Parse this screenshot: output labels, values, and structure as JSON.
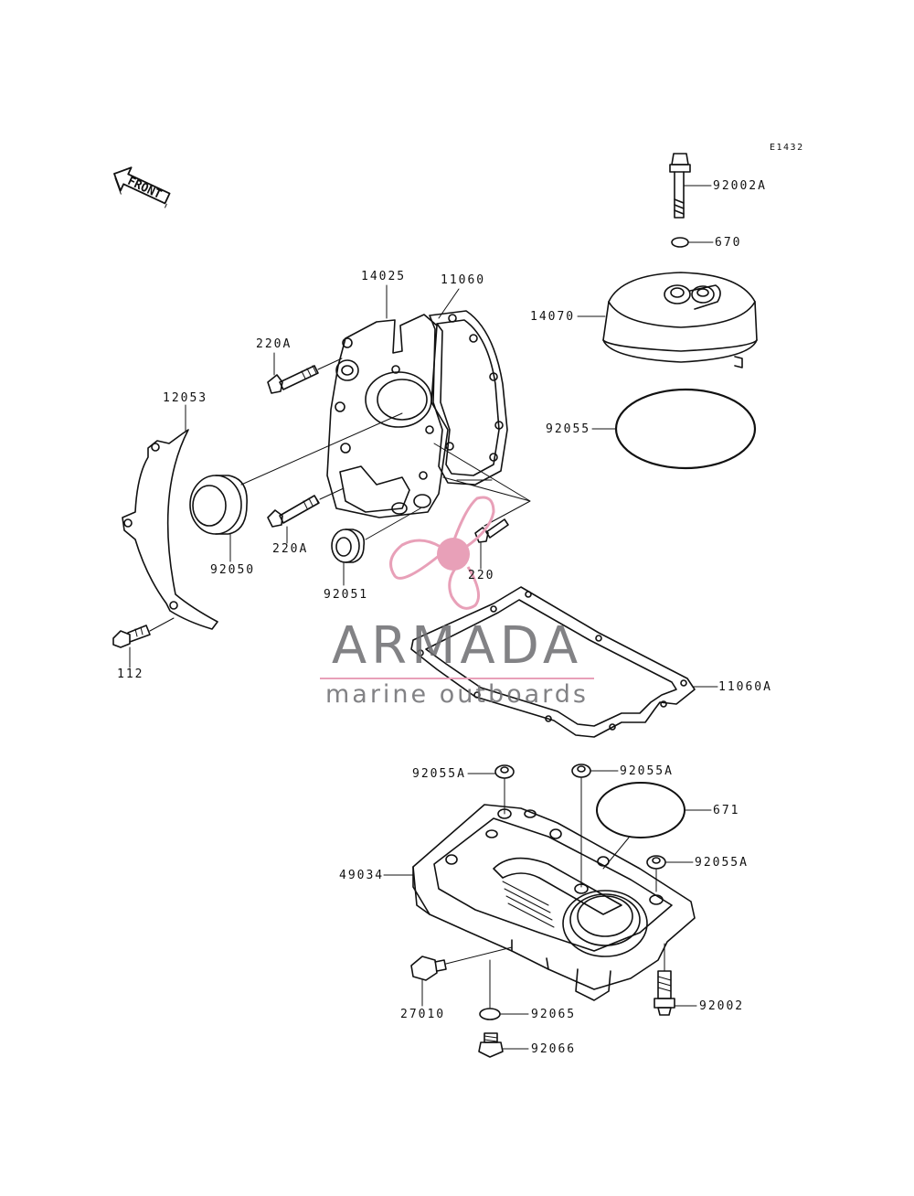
{
  "diagram": {
    "figure_code": "E1432",
    "front_label": "FRONT",
    "parts": [
      {
        "id": "p-92002A",
        "label": "92002A"
      },
      {
        "id": "p-670",
        "label": "670"
      },
      {
        "id": "p-14070",
        "label": "14070"
      },
      {
        "id": "p-92055",
        "label": "92055"
      },
      {
        "id": "p-14025",
        "label": "14025"
      },
      {
        "id": "p-11060",
        "label": "11060"
      },
      {
        "id": "p-220A-top",
        "label": "220A"
      },
      {
        "id": "p-12053",
        "label": "12053"
      },
      {
        "id": "p-92050",
        "label": "92050"
      },
      {
        "id": "p-220A-bot",
        "label": "220A"
      },
      {
        "id": "p-92051",
        "label": "92051"
      },
      {
        "id": "p-220",
        "label": "220"
      },
      {
        "id": "p-112",
        "label": "112"
      },
      {
        "id": "p-11060A",
        "label": "11060A"
      },
      {
        "id": "p-92055A-1",
        "label": "92055A"
      },
      {
        "id": "p-92055A-2",
        "label": "92055A"
      },
      {
        "id": "p-671",
        "label": "671"
      },
      {
        "id": "p-92055A-3",
        "label": "92055A"
      },
      {
        "id": "p-49034",
        "label": "49034"
      },
      {
        "id": "p-27010",
        "label": "27010"
      },
      {
        "id": "p-92065",
        "label": "92065"
      },
      {
        "id": "p-92002",
        "label": "92002"
      },
      {
        "id": "p-92066",
        "label": "92066"
      }
    ]
  },
  "watermark": {
    "brand": "ARMADA",
    "tagline": "marine outboards",
    "brand_color": "#6d6d70",
    "accent_color": "#e8a0b8"
  }
}
